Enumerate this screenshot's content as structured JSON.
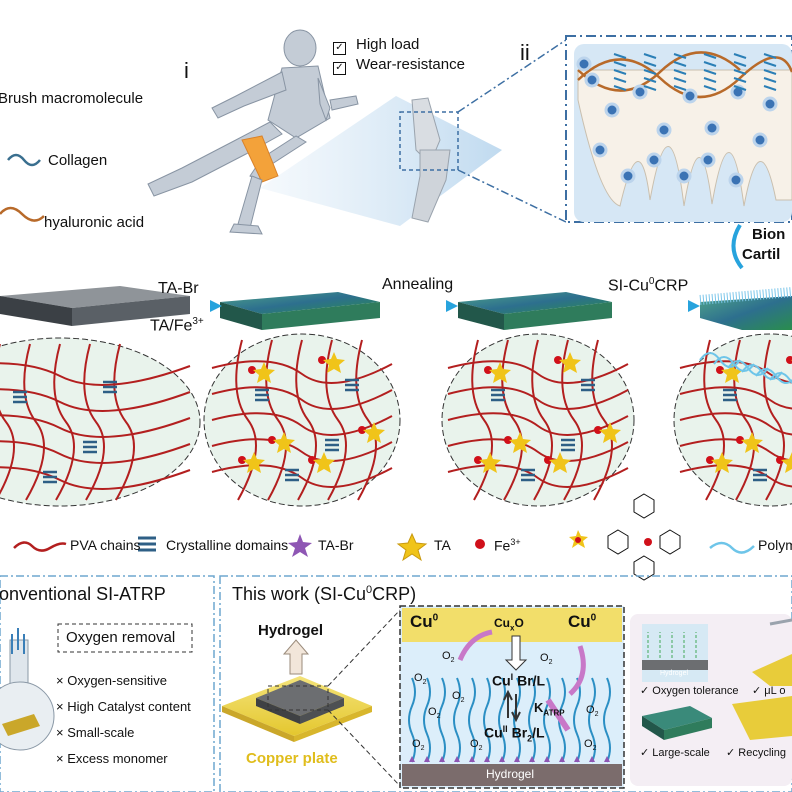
{
  "top": {
    "legend_brush": "Brush macromolecule",
    "legend_collagen": "Collagen",
    "legend_ha": "hyaluronic acid",
    "panel_i": "i",
    "panel_ii": "ii",
    "check1": "High load",
    "check2": "Wear-resistance",
    "bio_line1": "Bion",
    "bio_line2": "Cartil"
  },
  "process": {
    "step1_top": "TA-Br",
    "step1_bottom": "TA/Fe",
    "step1_sup": "3+",
    "step2": "Annealing",
    "step3": "SI-Cu",
    "step3_sup": "0",
    "step3_tail": "CRP"
  },
  "legend": {
    "pva": "PVA chains",
    "crystal": "Crystalline domains",
    "tabr": "TA-Br",
    "ta": "TA",
    "fe": "Fe",
    "fe_sup": "3+",
    "poly": "Polym"
  },
  "conventional": {
    "title": "onventional SI-ATRP",
    "oxygen_removal": "Oxygen removal",
    "items": [
      "Oxygen-sensitive",
      "High Catalyst content",
      "Small-scale",
      "Excess monomer"
    ],
    "cross": "×"
  },
  "thiswork": {
    "title": "This work  (SI-Cu",
    "title_sup": "0",
    "title_tail": "CRP)",
    "hydrogel": "Hydrogel",
    "copper_plate": "Copper plate",
    "cu0": "Cu",
    "cu0_sup": "0",
    "cuxo": "Cu",
    "cuxo_sub": "x",
    "cuxo_tail": "O",
    "cu1": "Cu",
    "cu1_sup": "I",
    "cu1_tail": " Br/L",
    "katrp": "K",
    "katrp_sub": "ATRP",
    "cu2": "Cu",
    "cu2_sup": "II",
    "cu2_tail": " Br",
    "cu2_sub": "2",
    "cu2_end": "/L",
    "hydrogel_bar": "Hydrogel",
    "o2": "O",
    "o2_sub": "2"
  },
  "right_panel": {
    "thumb_label": "Hydrogel",
    "oxygen_tolerance": "Oxygen tolerance",
    "ul_o": "μL o",
    "large_scale": "Large-scale",
    "recycling": "Recycling",
    "check": "✓"
  }
}
